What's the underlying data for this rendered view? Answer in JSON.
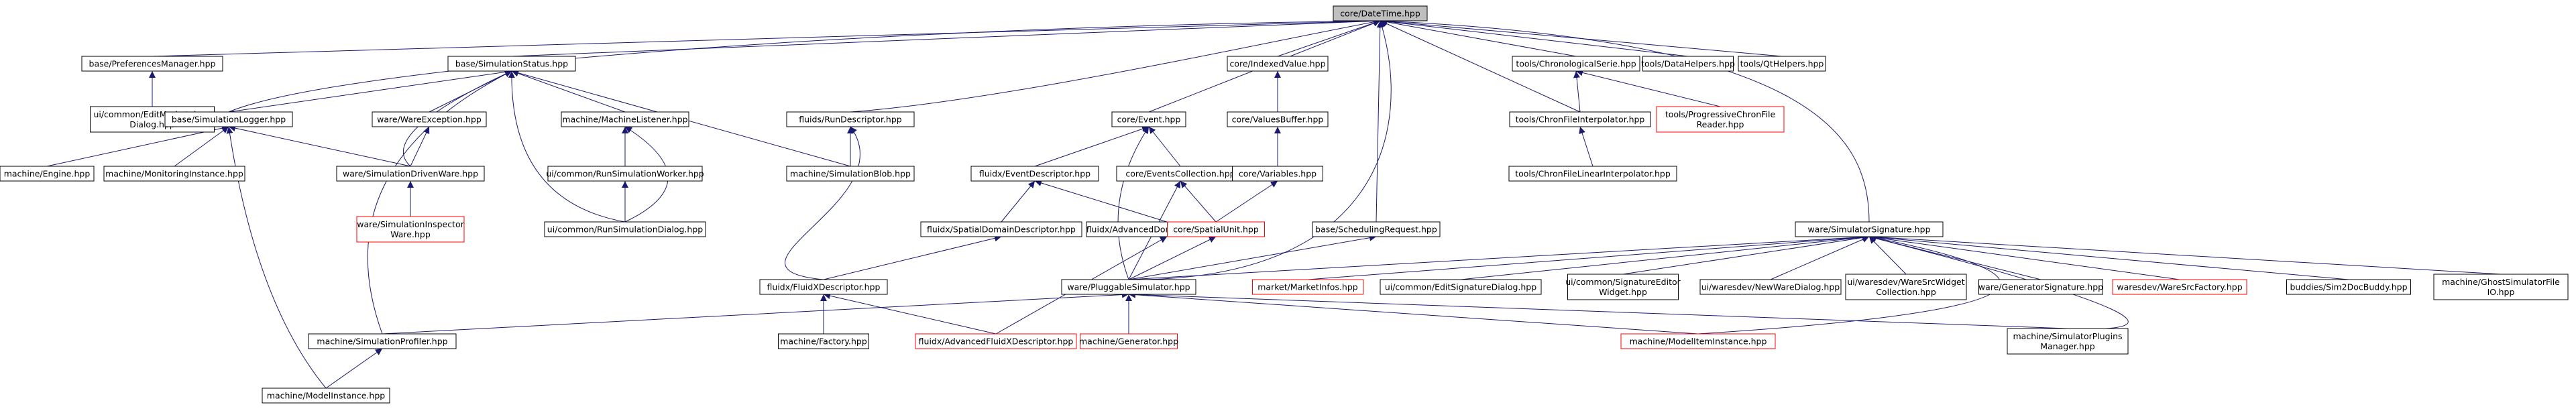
{
  "diagram": {
    "colors": {
      "edge": "#191970",
      "node_border": "#000000",
      "node_border_truncated": "#ff0000",
      "root_fill": "#bfbfbf",
      "node_fill": "#ffffff",
      "text": "#000000"
    },
    "nodes": [
      {
        "id": "datetime",
        "lines": [
          "core/DateTime.hpp"
        ],
        "root": true
      },
      {
        "id": "prefmgr",
        "lines": [
          "base/PreferencesManager.hpp"
        ]
      },
      {
        "id": "simstatus",
        "lines": [
          "base/SimulationStatus.hpp"
        ]
      },
      {
        "id": "runsdesc",
        "lines": [
          "fluids/RunDescriptor.hpp"
        ]
      },
      {
        "id": "event",
        "lines": [
          "core/Event.hpp"
        ]
      },
      {
        "id": "indexedvalue",
        "lines": [
          "core/IndexedValue.hpp"
        ]
      },
      {
        "id": "chronoserie",
        "lines": [
          "tools/ChronologicalSerie.hpp"
        ]
      },
      {
        "id": "datahelpers",
        "lines": [
          "tools/DataHelpers.hpp"
        ]
      },
      {
        "id": "qthelpers",
        "lines": [
          "tools/QtHelpers.hpp"
        ]
      },
      {
        "id": "editmkt",
        "lines": [
          "ui/common/EditMarketplace",
          "Dialog.hpp"
        ]
      },
      {
        "id": "simlogger",
        "lines": [
          "base/SimulationLogger.hpp"
        ]
      },
      {
        "id": "wareexception",
        "lines": [
          "ware/WareException.hpp"
        ]
      },
      {
        "id": "machlistener",
        "lines": [
          "machine/MachineListener.hpp"
        ]
      },
      {
        "id": "eventdesc",
        "lines": [
          "fluidx/EventDescriptor.hpp"
        ]
      },
      {
        "id": "eventscoll",
        "lines": [
          "core/EventsCollection.hpp"
        ]
      },
      {
        "id": "valuesbuffer",
        "lines": [
          "core/ValuesBuffer.hpp"
        ]
      },
      {
        "id": "chronfileinterp",
        "lines": [
          "tools/ChronFileInterpolator.hpp"
        ]
      },
      {
        "id": "progchron",
        "lines": [
          "tools/ProgressiveChronFile",
          "Reader.hpp"
        ],
        "truncated": true
      },
      {
        "id": "engine",
        "lines": [
          "machine/Engine.hpp"
        ]
      },
      {
        "id": "moninst",
        "lines": [
          "machine/MonitoringInstance.hpp"
        ]
      },
      {
        "id": "simdrivenware",
        "lines": [
          "ware/SimulationDrivenWare.hpp"
        ]
      },
      {
        "id": "runsimworker",
        "lines": [
          "ui/common/RunSimulationWorker.hpp"
        ]
      },
      {
        "id": "simblob",
        "lines": [
          "machine/SimulationBlob.hpp"
        ]
      },
      {
        "id": "variables",
        "lines": [
          "core/Variables.hpp"
        ]
      },
      {
        "id": "chronfilelinear",
        "lines": [
          "tools/ChronFileLinearInterpolator.hpp"
        ]
      },
      {
        "id": "siminspector",
        "lines": [
          "ware/SimulationInspector",
          "Ware.hpp"
        ],
        "truncated": true
      },
      {
        "id": "runsimdialog",
        "lines": [
          "ui/common/RunSimulationDialog.hpp"
        ]
      },
      {
        "id": "spatialdomdesc",
        "lines": [
          "fluidx/SpatialDomainDescriptor.hpp"
        ]
      },
      {
        "id": "advdomdesc",
        "lines": [
          "fluidx/AdvancedDomainDescriptor.hpp"
        ]
      },
      {
        "id": "spatialunit",
        "lines": [
          "core/SpatialUnit.hpp"
        ],
        "truncated": true
      },
      {
        "id": "schedreq",
        "lines": [
          "base/SchedulingRequest.hpp"
        ]
      },
      {
        "id": "simsignature",
        "lines": [
          "ware/SimulatorSignature.hpp"
        ]
      },
      {
        "id": "fluidxdesc",
        "lines": [
          "fluidx/FluidXDescriptor.hpp"
        ]
      },
      {
        "id": "pluggablesim",
        "lines": [
          "ware/PluggableSimulator.hpp"
        ]
      },
      {
        "id": "marketinfos",
        "lines": [
          "market/MarketInfos.hpp"
        ],
        "truncated": true
      },
      {
        "id": "editsigdialog",
        "lines": [
          "ui/common/EditSignatureDialog.hpp"
        ]
      },
      {
        "id": "sigeditorwidget",
        "lines": [
          "ui/common/SignatureEditor",
          "Widget.hpp"
        ]
      },
      {
        "id": "newwaredialog",
        "lines": [
          "ui/waresdev/NewWareDialog.hpp"
        ]
      },
      {
        "id": "waresrcwidget",
        "lines": [
          "ui/waresdev/WareSrcWidget",
          "Collection.hpp"
        ]
      },
      {
        "id": "gensignature",
        "lines": [
          "ware/GeneratorSignature.hpp"
        ]
      },
      {
        "id": "waresrcfactory",
        "lines": [
          "waresdev/WareSrcFactory.hpp"
        ],
        "truncated": true
      },
      {
        "id": "sim2docbuddy",
        "lines": [
          "buddies/Sim2DocBuddy.hpp"
        ]
      },
      {
        "id": "ghostsimfileio",
        "lines": [
          "machine/GhostSimulatorFile",
          "IO.hpp"
        ]
      },
      {
        "id": "simprofiler",
        "lines": [
          "machine/SimulationProfiler.hpp"
        ]
      },
      {
        "id": "factory",
        "lines": [
          "machine/Factory.hpp"
        ]
      },
      {
        "id": "advfluidxdesc",
        "lines": [
          "fluidx/AdvancedFluidXDescriptor.hpp"
        ],
        "truncated": true
      },
      {
        "id": "generator",
        "lines": [
          "machine/Generator.hpp"
        ],
        "truncated": true
      },
      {
        "id": "modeliteminst",
        "lines": [
          "machine/ModelItemInstance.hpp"
        ],
        "truncated": true
      },
      {
        "id": "simpluginsmgr",
        "lines": [
          "machine/SimulatorPlugins",
          "Manager.hpp"
        ]
      },
      {
        "id": "modelinstance",
        "lines": [
          "machine/ModelInstance.hpp"
        ]
      }
    ]
  }
}
